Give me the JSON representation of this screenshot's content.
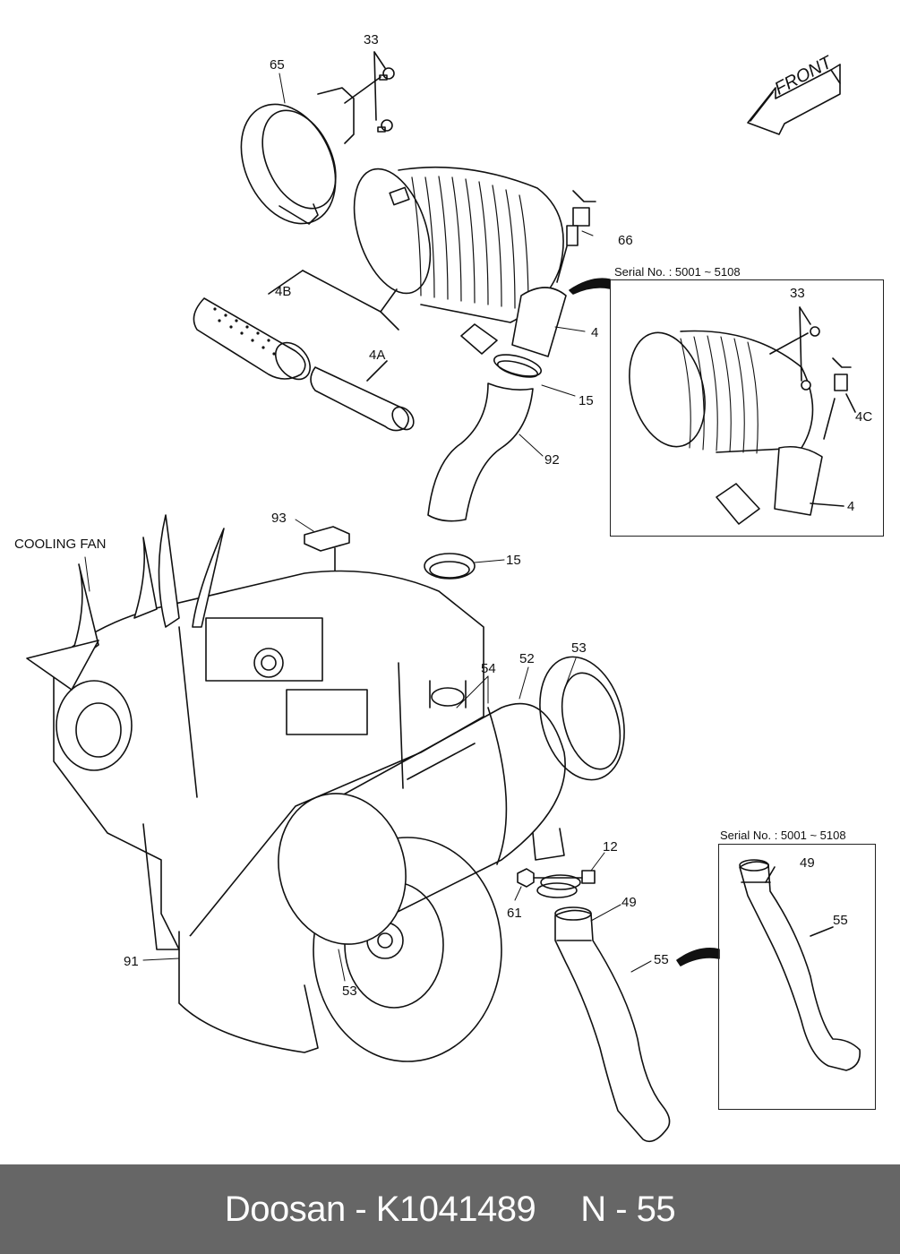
{
  "diagram": {
    "title": "Air cleaner & engine intake assembly",
    "labels": {
      "cooling_fan": "COOLING FAN",
      "front": "FRONT"
    },
    "callouts": [
      {
        "id": "33a",
        "text": "33"
      },
      {
        "id": "65",
        "text": "65"
      },
      {
        "id": "66",
        "text": "66"
      },
      {
        "id": "4B",
        "text": "4B"
      },
      {
        "id": "4A",
        "text": "4A"
      },
      {
        "id": "4a",
        "text": "4"
      },
      {
        "id": "15a",
        "text": "15"
      },
      {
        "id": "92",
        "text": "92"
      },
      {
        "id": "93",
        "text": "93"
      },
      {
        "id": "15b",
        "text": "15"
      },
      {
        "id": "53a",
        "text": "53"
      },
      {
        "id": "52",
        "text": "52"
      },
      {
        "id": "54",
        "text": "54"
      },
      {
        "id": "12",
        "text": "12"
      },
      {
        "id": "61",
        "text": "61"
      },
      {
        "id": "49a",
        "text": "49"
      },
      {
        "id": "55a",
        "text": "55"
      },
      {
        "id": "91",
        "text": "91"
      },
      {
        "id": "53b",
        "text": "53"
      }
    ],
    "inset_top": {
      "serial": "Serial No.  : 5001 ~ 5108",
      "callouts": [
        {
          "id": "33b",
          "text": "33"
        },
        {
          "id": "4C",
          "text": "4C"
        },
        {
          "id": "4b",
          "text": "4"
        }
      ]
    },
    "inset_bottom": {
      "serial": "Serial No.  : 5001 ~ 5108",
      "callouts": [
        {
          "id": "49b",
          "text": "49"
        },
        {
          "id": "55b",
          "text": "55"
        }
      ]
    }
  },
  "footer": {
    "brand": "Doosan",
    "part_number": "K1041489",
    "page_ref": "N - 55",
    "separator": "-"
  }
}
